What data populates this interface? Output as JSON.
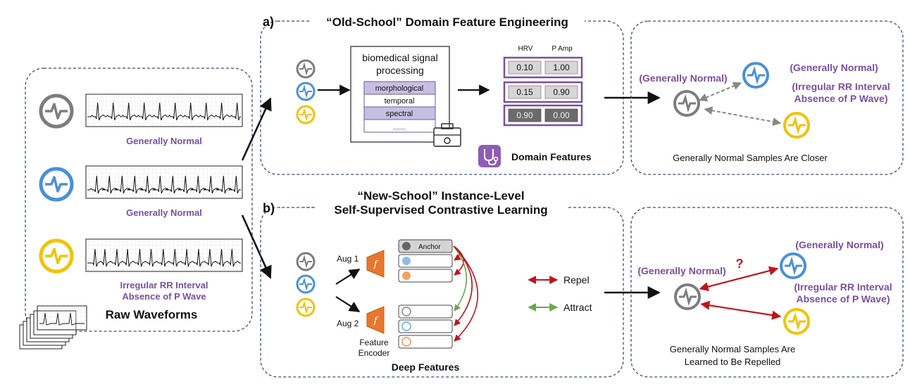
{
  "colors": {
    "gray": "#8a8a8a",
    "blue": "#4a90d9",
    "yellow": "#f2c300",
    "purple": "#7b4fa0",
    "red": "#c0141c",
    "green": "#6aa84f",
    "panel_border": "#3a4f7a",
    "orange": "#e8772e"
  },
  "raw": {
    "labels": [
      "Generally Normal",
      "Generally Normal",
      "Irregular RR Interval",
      "Absence of P Wave"
    ],
    "title": "Raw Waveforms"
  },
  "panel_a": {
    "tag": "a)",
    "title": "“Old-School” Domain Feature Engineering",
    "box_title_1": "biomedical signal",
    "box_title_2": "processing",
    "methods": [
      "morphological",
      "temporal",
      "spectral",
      "......."
    ],
    "table_headers": [
      "HRV",
      "P Amp"
    ],
    "table_rows": [
      [
        "0.10",
        "1.00"
      ],
      [
        "0.15",
        "0.90"
      ],
      [
        "0.90",
        "0.00"
      ]
    ],
    "features_label": "Domain Features"
  },
  "panel_a_right": {
    "label_gray": "(Generally Normal)",
    "label_blue": "(Generally Normal)",
    "label_yellow_1": "(Irregular RR Interval",
    "label_yellow_2": "Absence of P Wave)",
    "caption": "Generally Normal Samples Are Closer"
  },
  "panel_b": {
    "tag": "b)",
    "title_1": "“New-School” Instance-Level",
    "title_2": "Self-Supervised Contrastive Learning",
    "aug1": "Aug 1",
    "aug2": "Aug 2",
    "f": "f",
    "anchor": "Anchor",
    "encoder_1": "Feature",
    "encoder_2": "Encoder",
    "features_label": "Deep Features",
    "repel": "Repel",
    "attract": "Attract"
  },
  "panel_b_right": {
    "label_gray": "(Generally Normal)",
    "label_blue": "(Generally Normal)",
    "label_yellow_1": "(Irregular RR Interval",
    "label_yellow_2": "Absence of P Wave)",
    "question": "?",
    "caption_1": "Generally Normal Samples Are",
    "caption_2": "Learned to Be Repelled"
  }
}
